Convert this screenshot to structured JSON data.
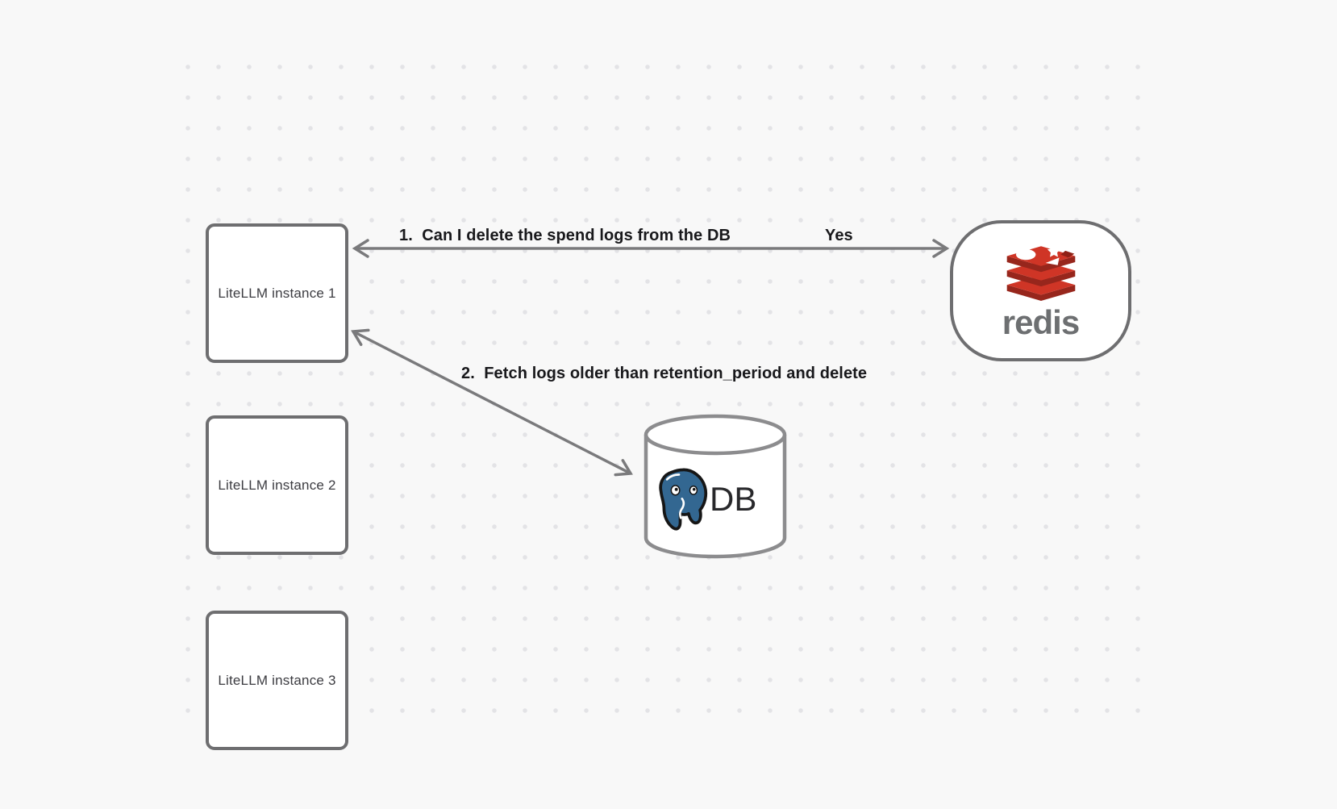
{
  "diagram": {
    "background_color": "#f8f8f8",
    "dot_color": "#e3e3e6",
    "stroke_color": "#757577",
    "nodes": {
      "instances": [
        {
          "label": "LiteLLM instance 1"
        },
        {
          "label": "LiteLLM instance 2"
        },
        {
          "label": "LiteLLM instance 3"
        }
      ],
      "redis": {
        "wordmark": "redis",
        "logo_icon": "redis-stacked-layers-icon",
        "logo_red": "#cf3526",
        "logo_red_dark": "#97261c"
      },
      "db": {
        "label": "DB",
        "logo_icon": "postgresql-elephant-icon",
        "elephant_blue": "#336791"
      }
    },
    "edges": {
      "edge1": {
        "label": "1.  Can I delete the spend logs from the DB",
        "response": "Yes"
      },
      "edge2": {
        "label": "2.  Fetch logs older than retention_period and delete"
      }
    }
  }
}
